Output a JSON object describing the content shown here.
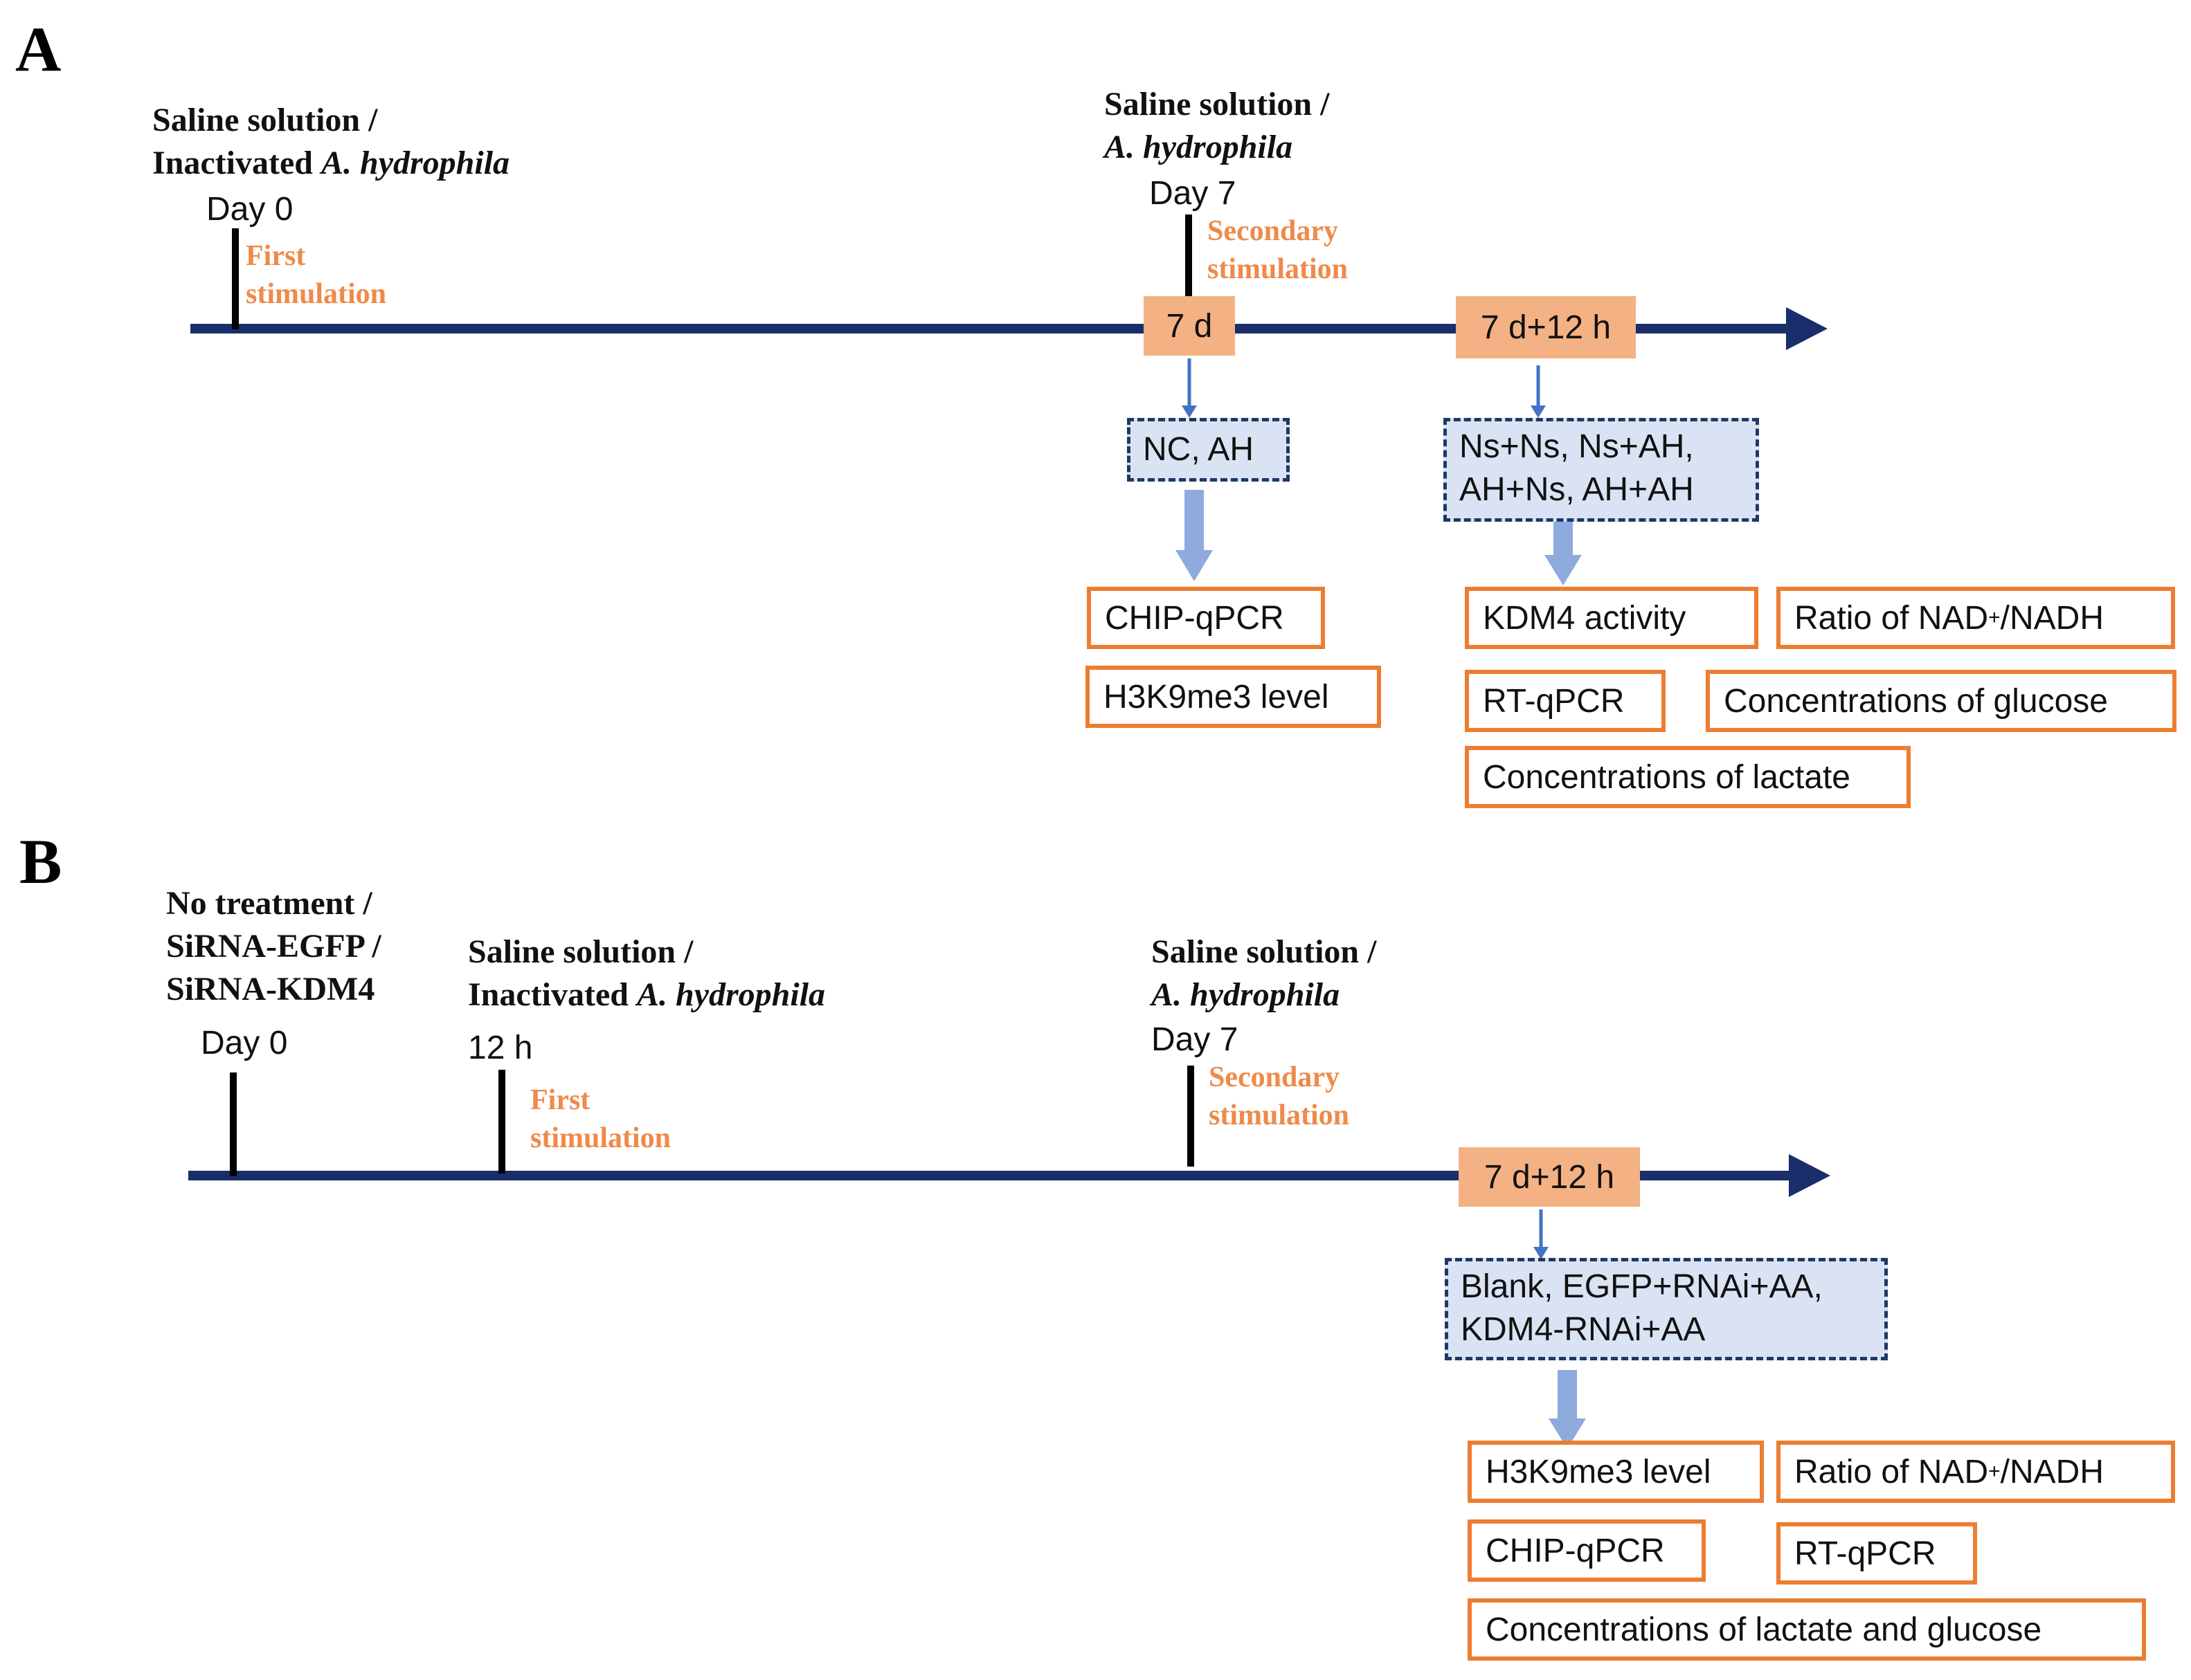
{
  "colors": {
    "timeline": "#1a2e6b",
    "tick": "#000000",
    "stimulation_text": "#ee8a4a",
    "time_box_fill": "#f4b183",
    "group_box_fill": "#dae3f3",
    "group_box_border": "#1f3864",
    "assay_border": "#ed7d31",
    "thin_arrow": "#4472c4",
    "thick_arrow": "#8faadc"
  },
  "panel_a": {
    "letter": "A",
    "day0": {
      "condition_line1": "Saline solution /",
      "condition_line2_prefix": "Inactivated ",
      "condition_line2_italic": "A. hydrophila",
      "day_label": "Day 0",
      "stim_line1": "First",
      "stim_line2": "stimulation"
    },
    "day7": {
      "condition_line1": "Saline solution /",
      "condition_line2_italic": "A. hydrophila",
      "day_label": "Day 7",
      "stim_line1": "Secondary",
      "stim_line2": "stimulation"
    },
    "time_box_1": "7 d",
    "time_box_2": "7 d+12 h",
    "group_1": "NC, AH",
    "group_2_line1": "Ns+Ns, Ns+AH,",
    "group_2_line2": "AH+Ns, AH+AH",
    "assays_left": [
      "CHIP-qPCR",
      "H3K9me3 level"
    ],
    "assays_right": {
      "kdm4": "KDM4 activity",
      "ratio_prefix": "Ratio of NAD",
      "ratio_sup": "+",
      "ratio_suffix": "/NADH",
      "rtqpcr": "RT-qPCR",
      "glucose": "Concentrations of glucose",
      "lactate": "Concentrations of lactate"
    }
  },
  "panel_b": {
    "letter": "B",
    "day0": {
      "condition_line1": "No treatment /",
      "condition_line2": "SiRNA-EGFP /",
      "condition_line3": "SiRNA-KDM4",
      "day_label": "Day 0"
    },
    "h12": {
      "condition_line1": "Saline solution /",
      "condition_line2_prefix": "Inactivated ",
      "condition_line2_italic": "A. hydrophila",
      "time_label": "12 h",
      "stim_line1": "First",
      "stim_line2": "stimulation"
    },
    "day7": {
      "condition_line1": "Saline solution /",
      "condition_line2_italic": "A. hydrophila",
      "day_label": "Day 7",
      "stim_line1": "Secondary",
      "stim_line2": "stimulation"
    },
    "time_box": "7 d+12 h",
    "group_line1": "Blank, EGFP+RNAi+AA,",
    "group_line2": "KDM4-RNAi+AA",
    "assays": {
      "h3k9": "H3K9me3 level",
      "ratio_prefix": "Ratio of NAD",
      "ratio_sup": "+",
      "ratio_suffix": "/NADH",
      "chip": "CHIP-qPCR",
      "rtqpcr": "RT-qPCR",
      "lactate_glucose": "Concentrations of lactate and glucose"
    }
  }
}
